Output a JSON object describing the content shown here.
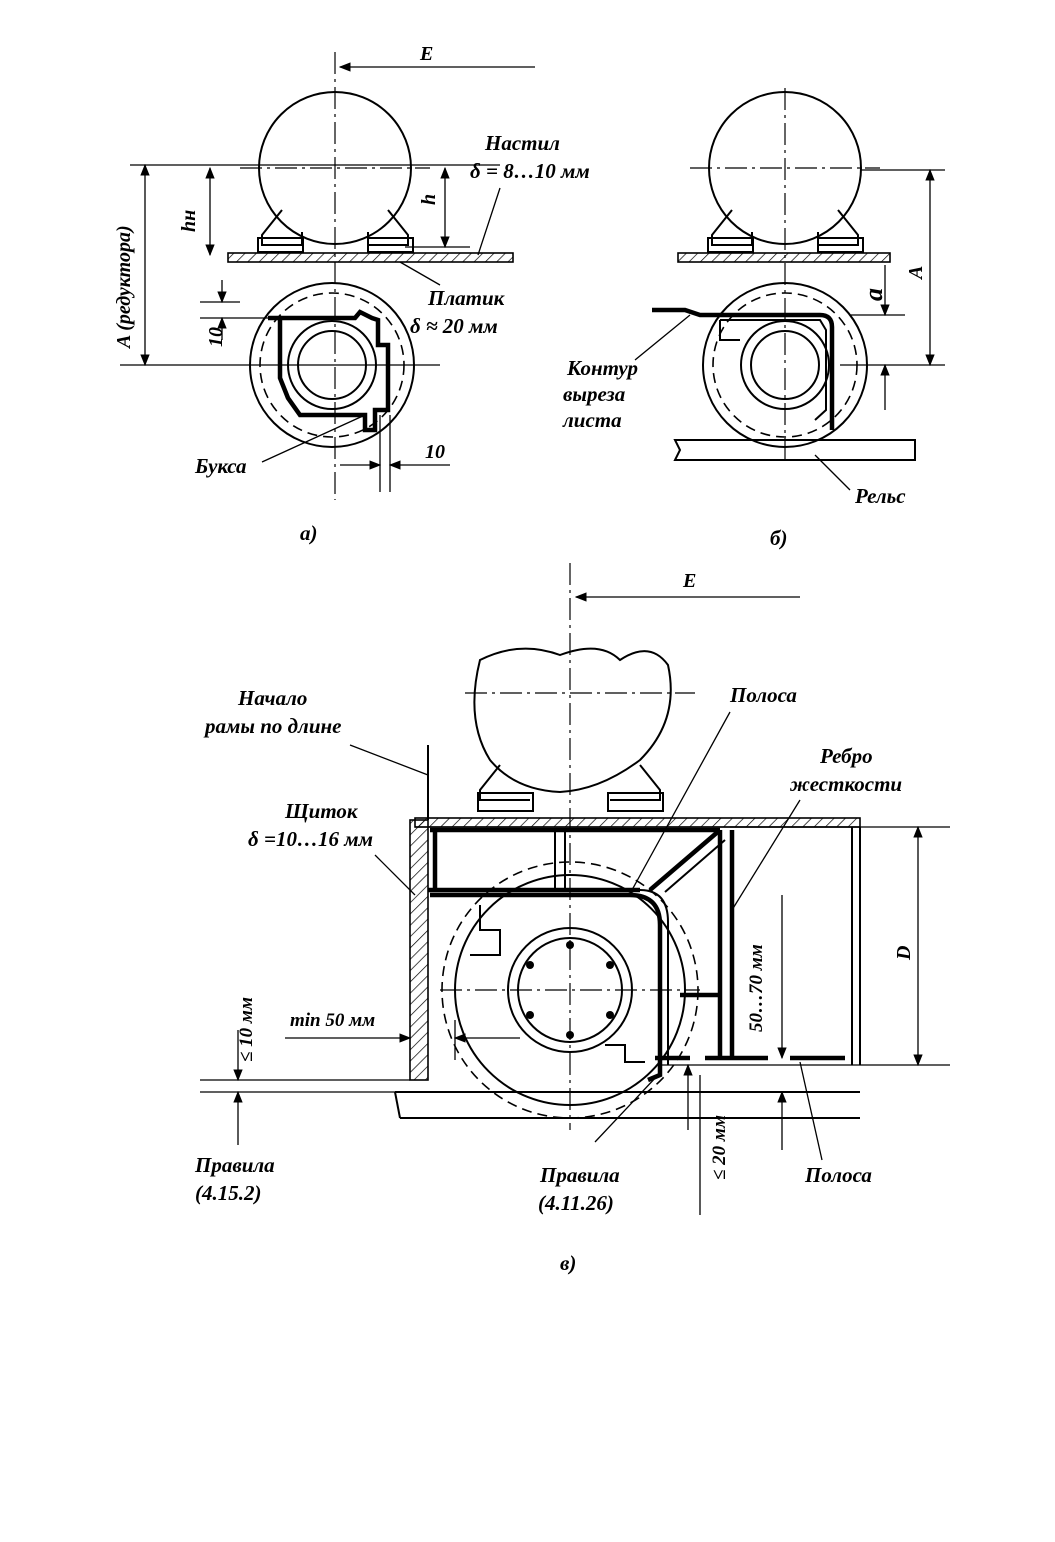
{
  "figure_a": {
    "dim_E": "E",
    "label_nastil": "Настил",
    "label_nastil_thickness": "δ = 8…10 мм",
    "dim_hn": "hн",
    "dim_h": "h",
    "dim_A_reduktora": "A (редуктора)",
    "label_platik": "Платик",
    "label_platik_thickness": "δ ≈ 20 мм",
    "dim_10_vertical": "10",
    "dim_10_horizontal": "10",
    "label_buksa": "Букса",
    "caption": "а)"
  },
  "figure_b": {
    "dim_A": "A",
    "dim_a": "a",
    "label_kontur_1": "Контур",
    "label_kontur_2": "выреза",
    "label_kontur_3": "листа",
    "label_rels": "Рельс",
    "caption": "б)"
  },
  "figure_v": {
    "dim_E": "E",
    "label_nachalo_1": "Начало",
    "label_nachalo_2": "рамы по длине",
    "label_polosa_top": "Полоса",
    "label_rebro_1": "Ребро",
    "label_rebro_2": "жесткости",
    "label_shchitok": "Щиток",
    "label_shchitok_thickness": "δ =10…16 мм",
    "dim_D": "D",
    "dim_50_70": "50…70 мм",
    "dim_min50": "min 50 мм",
    "dim_le10": "≤ 10 мм",
    "label_pravila_1_a": "Правила",
    "label_pravila_1_b": "(4.15.2)",
    "label_pravila_2_a": "Правила",
    "label_pravila_2_b": "(4.11.26)",
    "dim_le20": "≤ 20 мм",
    "label_polosa_bottom": "Полоса",
    "caption": "в)"
  }
}
